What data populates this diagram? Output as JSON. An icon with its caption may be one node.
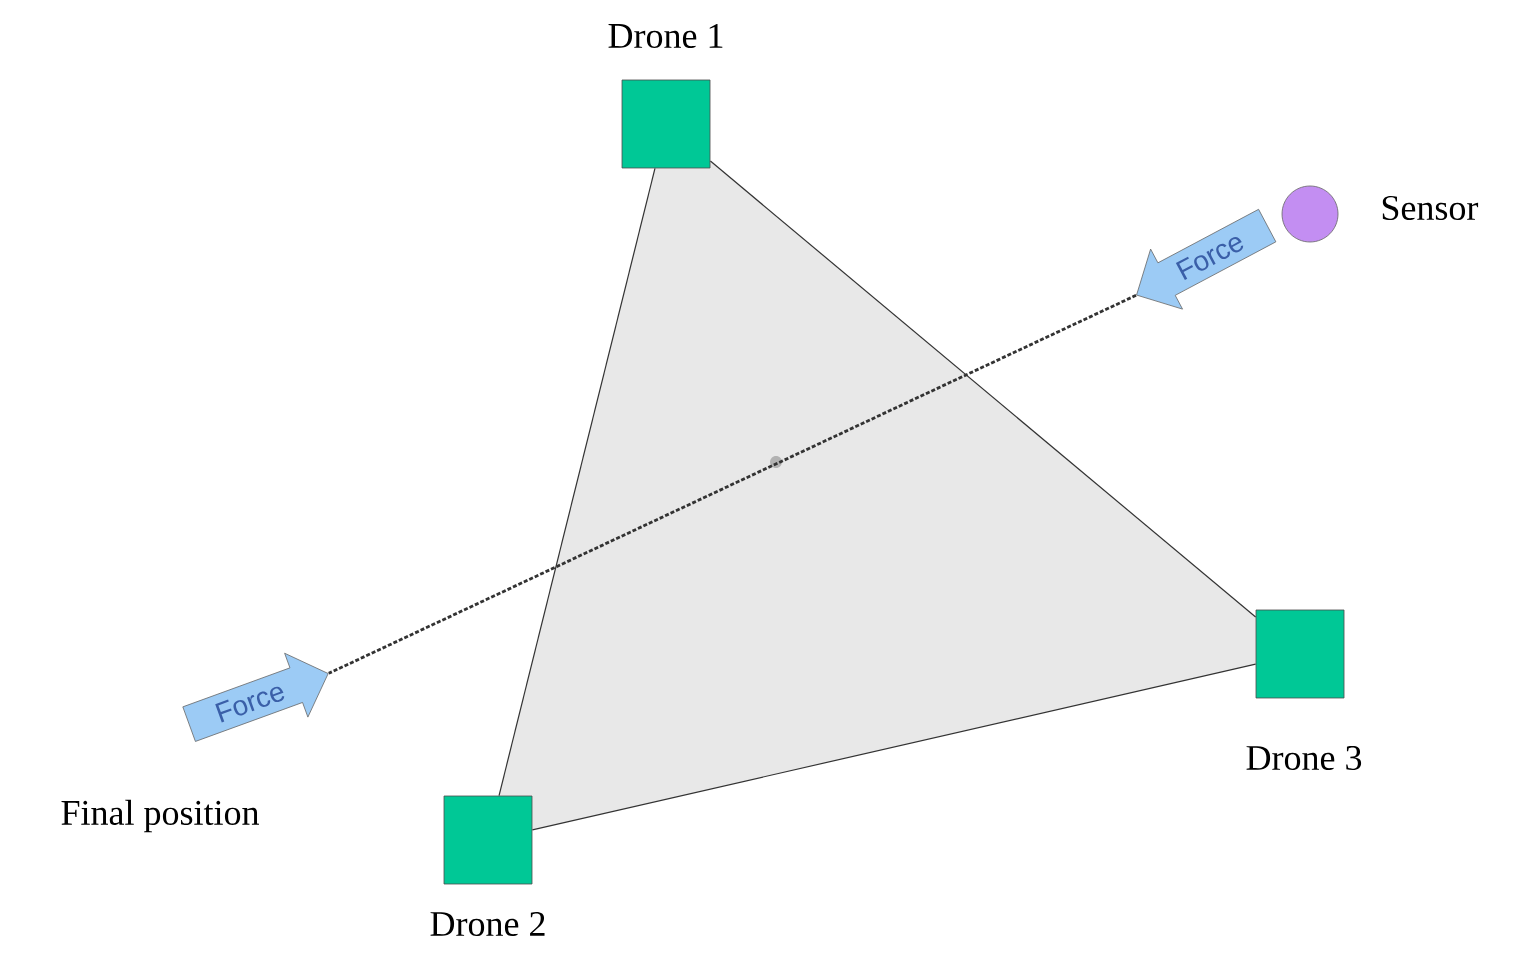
{
  "diagram": {
    "nodes": [
      {
        "text": [
          "Drone 1"
        ]
      },
      {
        "text": [
          "Sensor"
        ]
      },
      {
        "text": [
          "Force"
        ]
      },
      {
        "text": [
          "Drone 3"
        ]
      },
      {
        "text": [
          "Force"
        ]
      },
      {
        "text": [
          "Drone 2"
        ]
      }
    ],
    "edges": [
      {
        "from": 0,
        "to": 3,
        "arrow": "none"
      },
      {
        "from": 3,
        "to": 5,
        "arrow": "none"
      },
      {
        "from": 5,
        "to": 0,
        "arrow": "none"
      },
      {
        "from": 2,
        "to": 4,
        "arrow": "none",
        "style": "dashed"
      }
    ],
    "labels": [
      "Final position"
    ]
  }
}
